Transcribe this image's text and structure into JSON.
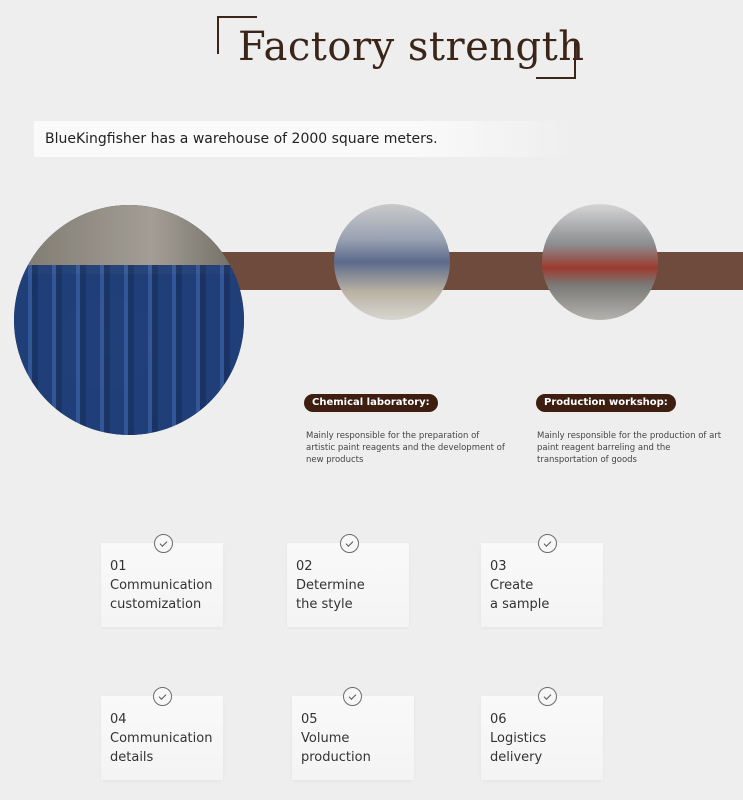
{
  "header": {
    "title": "Factory strength"
  },
  "banner": {
    "text": "BlueKingfisher has a warehouse of 2000 square meters."
  },
  "sections": [
    {
      "label": "Chemical laboratory:",
      "description": "Mainly responsible for the preparation of artistic paint reagents and the development of new products"
    },
    {
      "label": "Production workshop:",
      "description": "Mainly responsible for the production of art paint reagent barreling and the transportation of goods"
    }
  ],
  "steps": [
    {
      "number": "01",
      "line1": "Communication",
      "line2": "customization"
    },
    {
      "number": "02",
      "line1": "Determine",
      "line2": "the style"
    },
    {
      "number": "03",
      "line1": "Create",
      "line2": "a sample"
    },
    {
      "number": "04",
      "line1": "Communication",
      "line2": "details"
    },
    {
      "number": "05",
      "line1": "Volume",
      "line2": "production"
    },
    {
      "number": "06",
      "line1": "Logistics",
      "line2": "delivery"
    }
  ]
}
